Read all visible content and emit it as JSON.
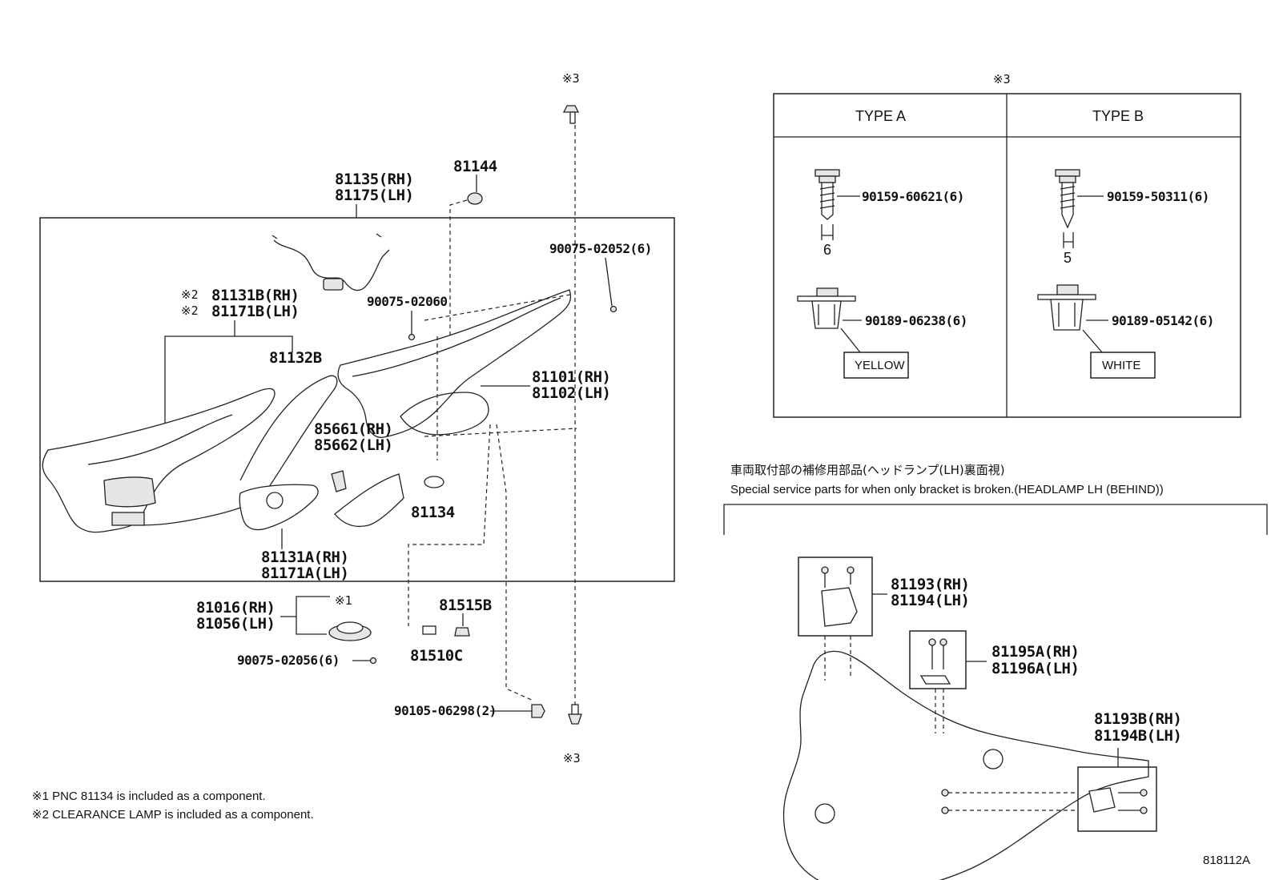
{
  "labels": {
    "p81135": "81135(RH)",
    "p81175": "81175(LH)",
    "p81144": "81144",
    "ref3_top": "※3",
    "ref3_bottom": "※3",
    "p90075_02052": "90075-02052(6)",
    "p81131B_rh": "81131B(RH)",
    "p81171B_lh": "81171B(LH)",
    "ref2_a": "※2",
    "ref2_b": "※2",
    "p90075_02060": "90075-02060",
    "p81132B": "81132B",
    "p81101": "81101(RH)",
    "p81102": "81102(LH)",
    "p85661": "85661(RH)",
    "p85662": "85662(LH)",
    "p81134": "81134",
    "p81131A": "81131A(RH)",
    "p81171A": "81171A(LH)",
    "p81016": "81016(RH)",
    "p81056": "81056(LH)",
    "ref1": "※1",
    "p81515B": "81515B",
    "p90075_02056": "90075-02056(6)",
    "p81510C": "81510C",
    "p90105_06298": "90105-06298(2)"
  },
  "type_table": {
    "ref": "※3",
    "type_a": "TYPE A",
    "type_b": "TYPE B",
    "a_screw": "90159-60621(6)",
    "a_dim": "6",
    "a_clip": "90189-06238(6)",
    "a_color": "YELLOW",
    "b_screw": "90159-50311(6)",
    "b_dim": "5",
    "b_clip": "90189-05142(6)",
    "b_color": "WHITE"
  },
  "service": {
    "title_jp": "車両取付部の補修用部品(ヘッドランプ(LH)裏面視)",
    "title_en": "Special service parts for when only bracket is broken.(HEADLAMP LH (BEHIND))",
    "p81193_rh": "81193(RH)",
    "p81194_lh": "81194(LH)",
    "p81195A_rh": "81195A(RH)",
    "p81196A_lh": "81196A(LH)",
    "p81193B_rh": "81193B(RH)",
    "p81194B_lh": "81194B(LH)"
  },
  "notes": {
    "n1": "※1 PNC 81134 is included as a component.",
    "n2": "※2 CLEARANCE LAMP is included as a component."
  },
  "figure_id": "818112A"
}
